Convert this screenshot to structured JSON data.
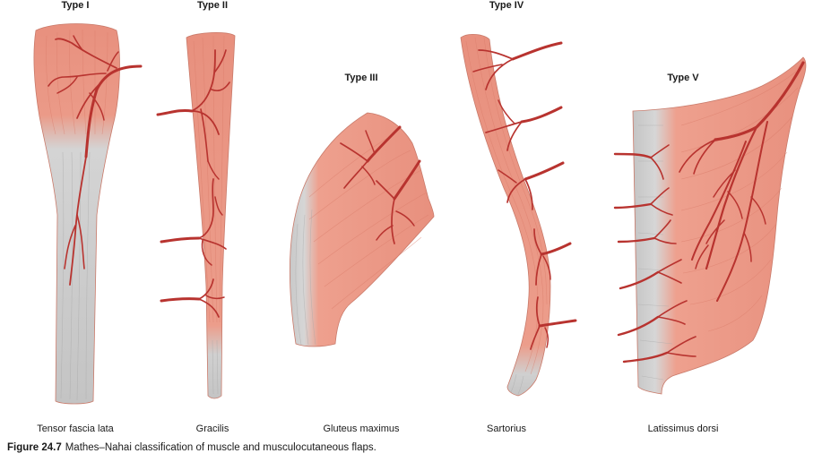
{
  "figure": {
    "types": [
      {
        "label": "Type I",
        "muscle": "Tensor fascia lata"
      },
      {
        "label": "Type II",
        "muscle": "Gracilis"
      },
      {
        "label": "Type III",
        "muscle": "Gluteus maximus"
      },
      {
        "label": "Type IV",
        "muscle": "Sartorius"
      },
      {
        "label": "Type V",
        "muscle": "Latissimus dorsi"
      }
    ],
    "caption": {
      "number": "Figure 24.7",
      "text": "Mathes–Nahai classification of muscle and musculocutaneous flaps."
    },
    "colors": {
      "muscle": "#e8907e",
      "tendon": "#c8c8c8",
      "vessel": "#b8332f"
    }
  }
}
